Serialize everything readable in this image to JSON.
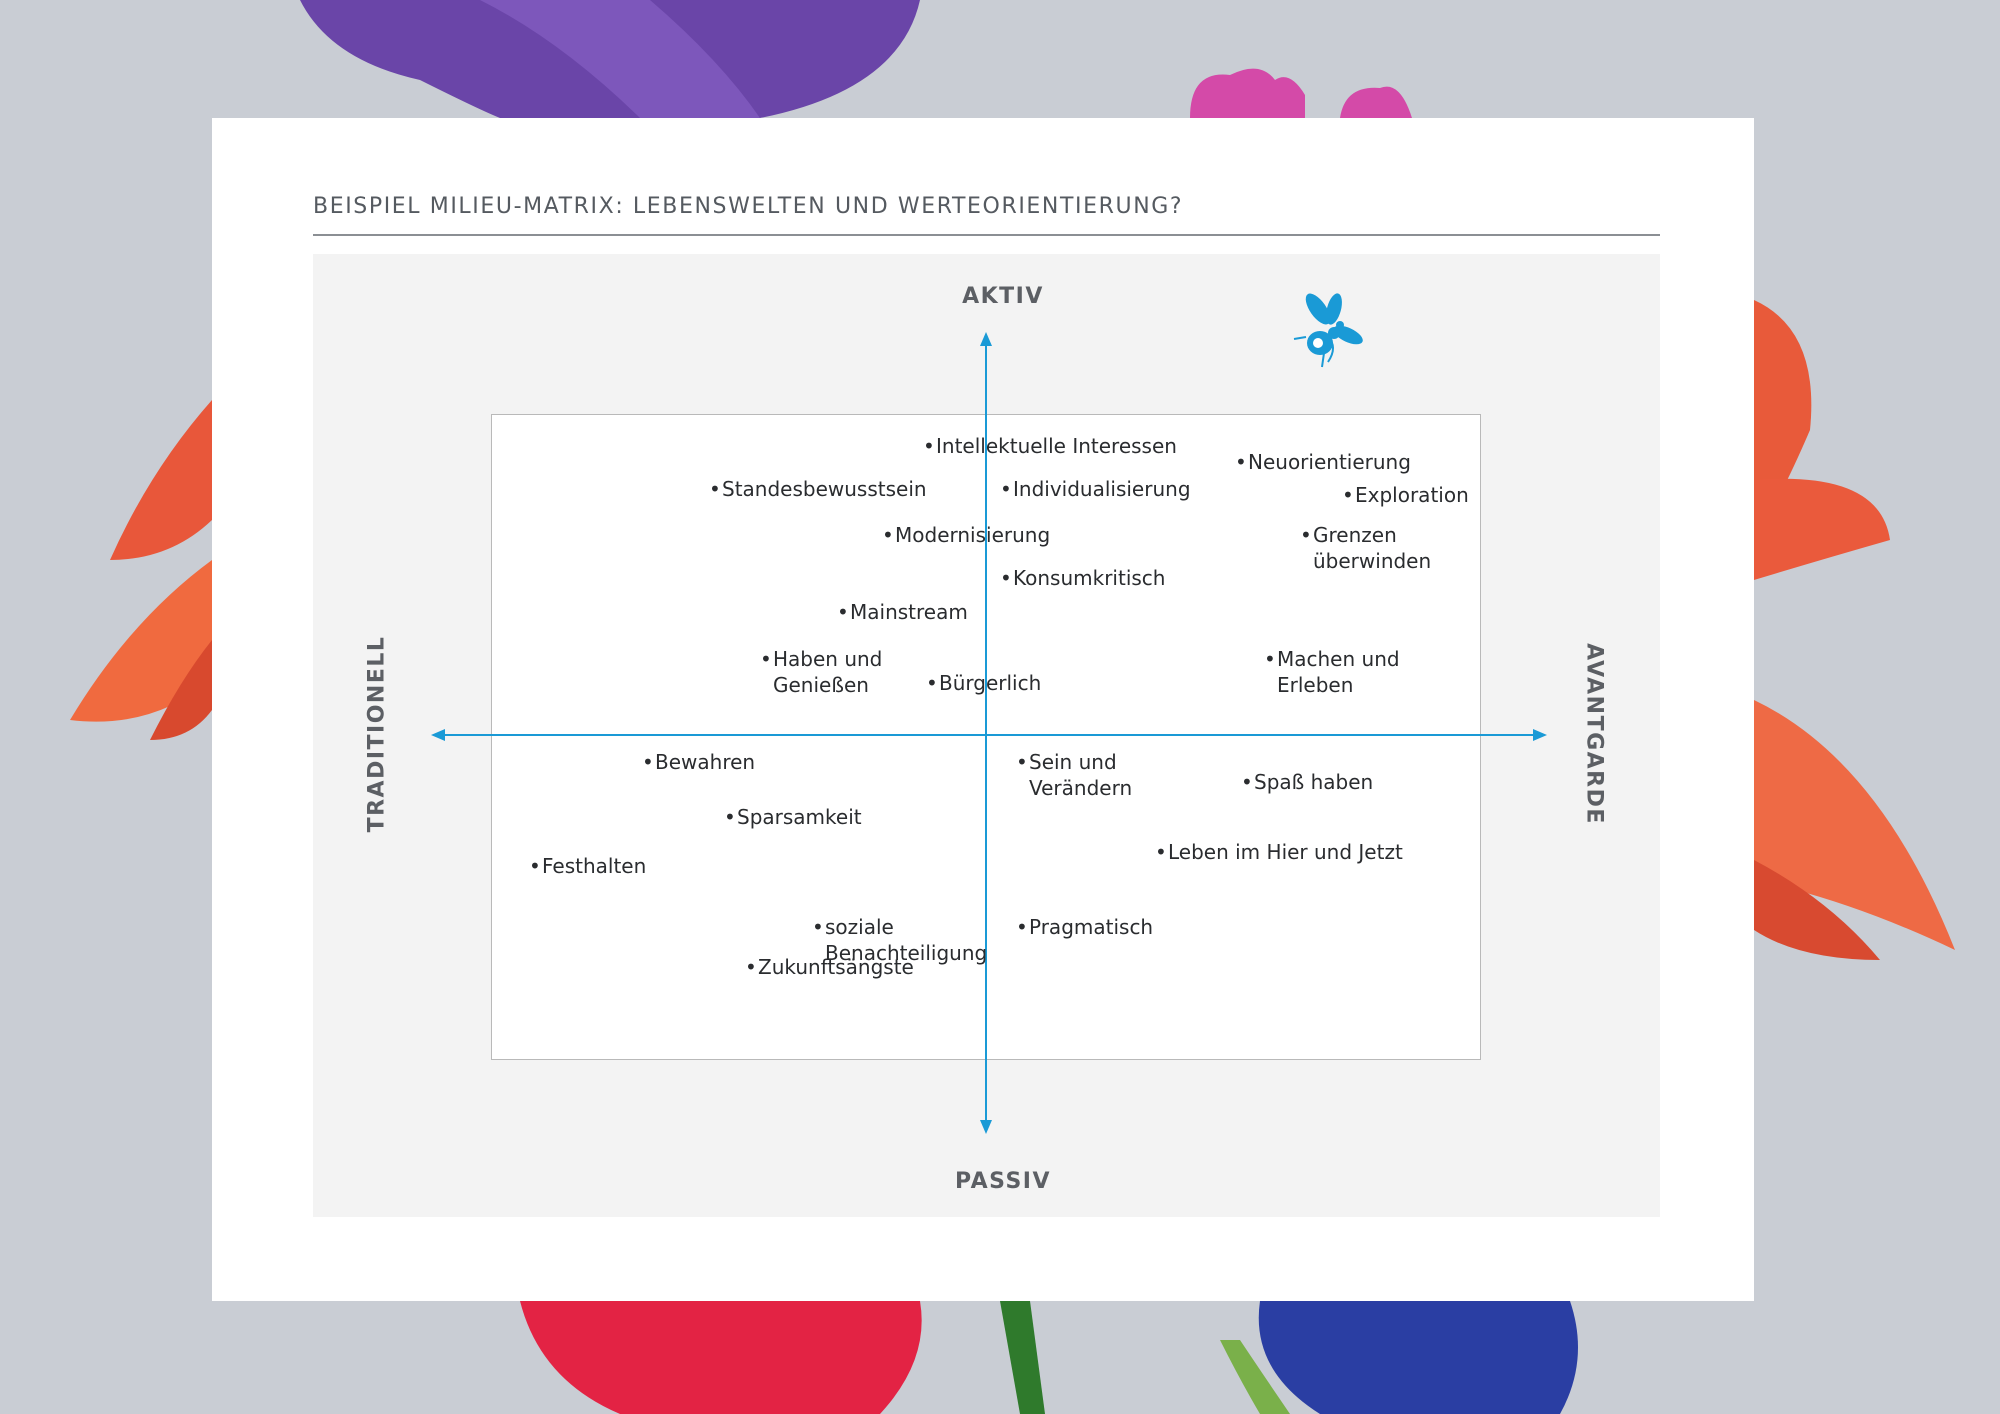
{
  "title": "BEISPIEL MILIEU-MATRIX: LEBENSWELTEN UND WERTEORIENTIERUNG?",
  "axes": {
    "top": "AKTIV",
    "bottom": "PASSIV",
    "left": "TRADITIONELL",
    "right": "AVANTGARDE"
  },
  "accent_color": "#1a9ad6",
  "logo": "bee-icon",
  "items": [
    "Intellektuelle Interessen",
    "Neuorientierung",
    "Standesbewusstsein",
    "Individualisierung",
    "Exploration",
    "Modernisierung",
    "Grenzen\nüberwinden",
    "Konsumkritisch",
    "Mainstream",
    "Haben und\nGenießen",
    "Bürgerlich",
    "Machen und\nErleben",
    "Bewahren",
    "Sein und\nVerändern",
    "Spaß haben",
    "Sparsamkeit",
    "Leben im Hier und Jetzt",
    "Festhalten",
    "soziale\nBenachteiligung",
    "Pragmatisch",
    "Zukunftsängste"
  ]
}
